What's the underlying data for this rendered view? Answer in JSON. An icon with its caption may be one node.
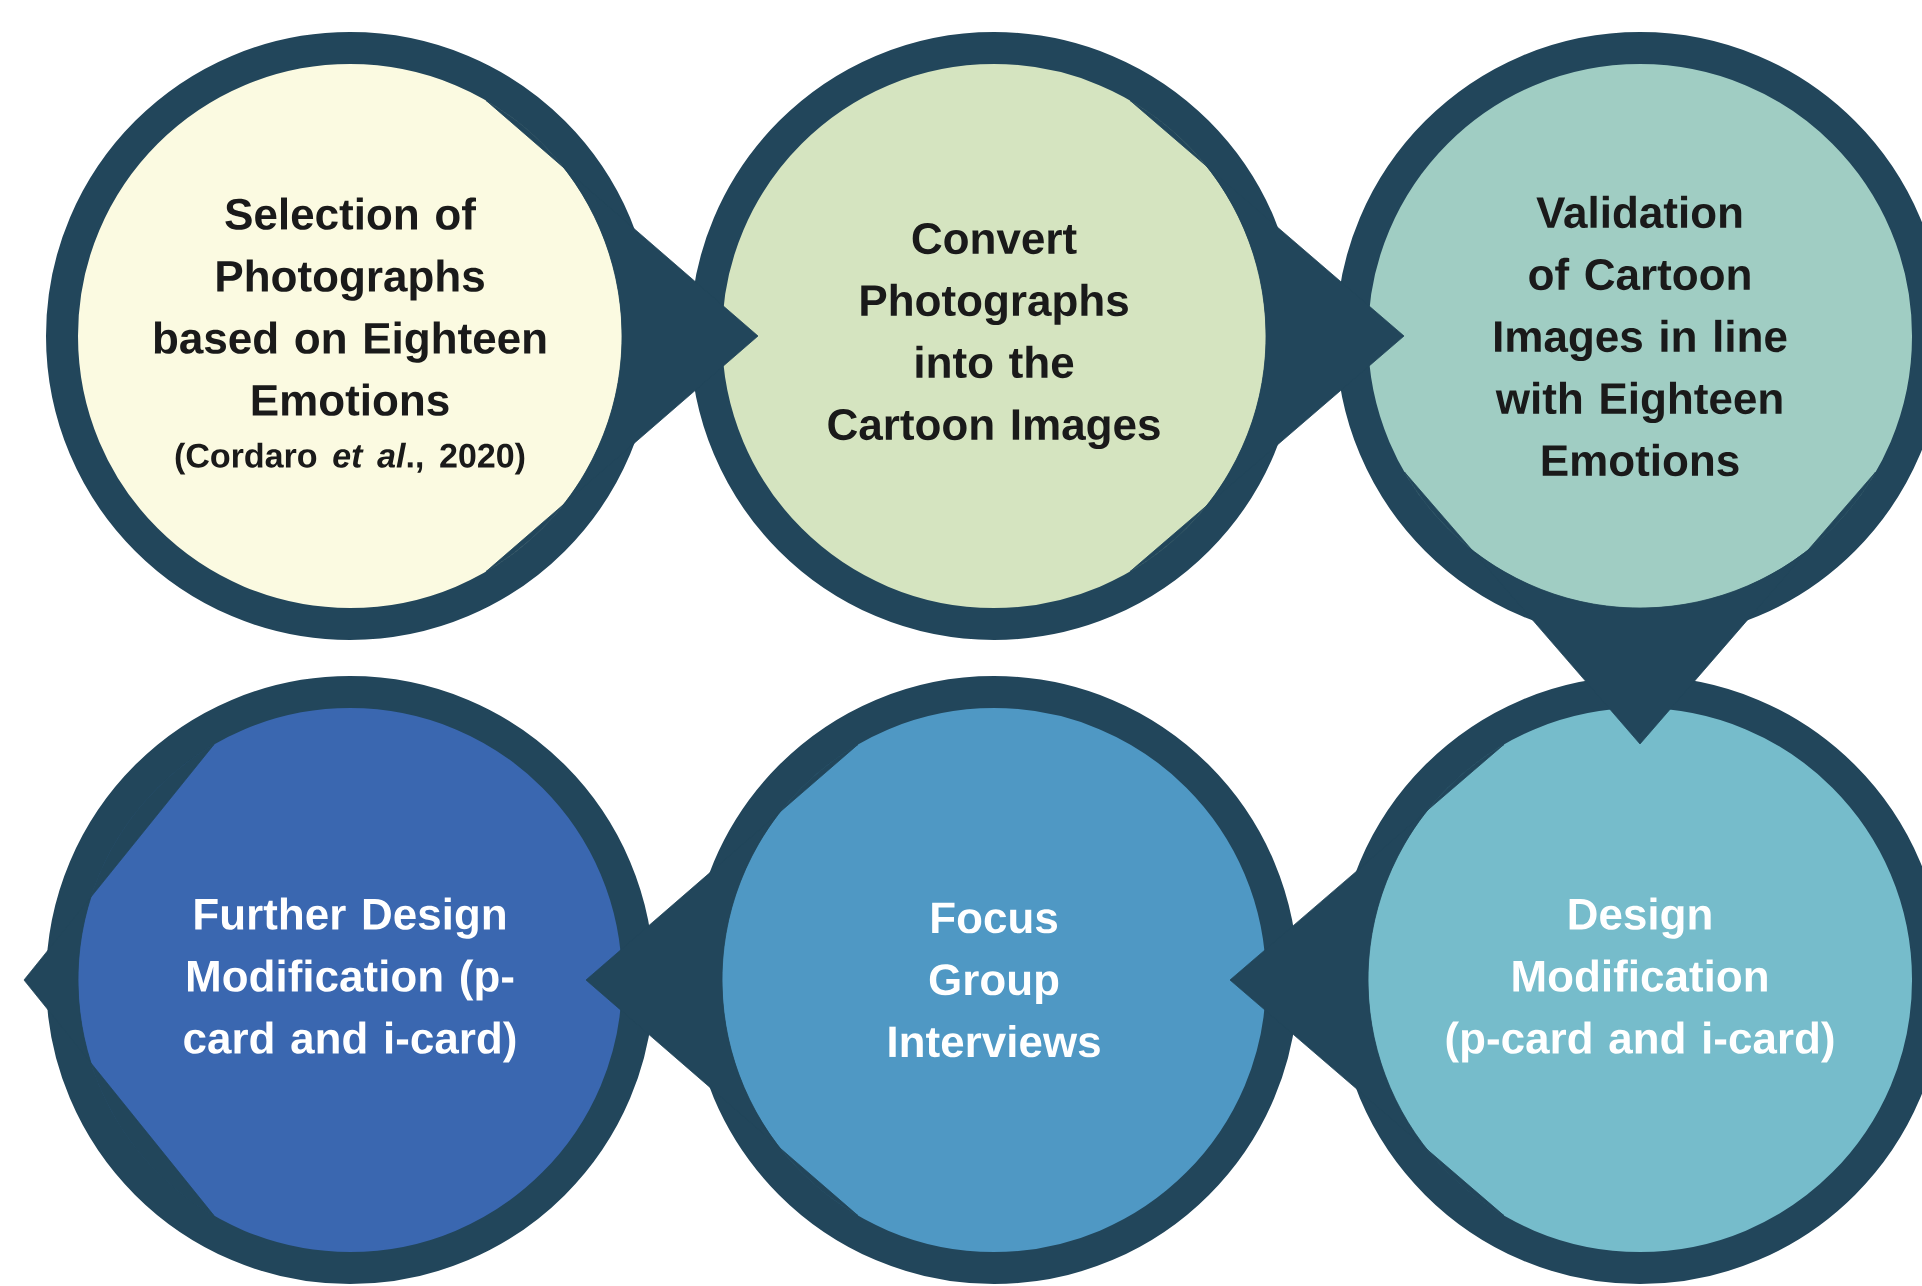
{
  "diagram": {
    "nodes": [
      {
        "text": [
          "Selection of Photographs based on Eighteen Emotions",
          "(Cordaro *et al*., 2020)"
        ]
      },
      {
        "text": [
          "Convert Photographs into the Cartoon Images"
        ]
      },
      {
        "text": [
          "Validation of Cartoon Images in line with Eighteen Emotions"
        ]
      },
      {
        "text": [
          "Design Modification (p-card and i-card)"
        ]
      },
      {
        "text": [
          "Focus Group Interviews"
        ]
      },
      {
        "text": [
          "Further Design Modification (p-card and i-card)"
        ]
      }
    ],
    "edges": [
      {
        "from": 0,
        "to": 1,
        "arrow": "to"
      },
      {
        "from": 1,
        "to": 2,
        "arrow": "to"
      },
      {
        "from": 2,
        "to": 3,
        "arrow": "to"
      },
      {
        "from": 3,
        "to": 4,
        "arrow": "to"
      },
      {
        "from": 4,
        "to": 5,
        "arrow": "to"
      },
      {
        "from": 5,
        "to": null,
        "arrow": "to"
      }
    ]
  }
}
